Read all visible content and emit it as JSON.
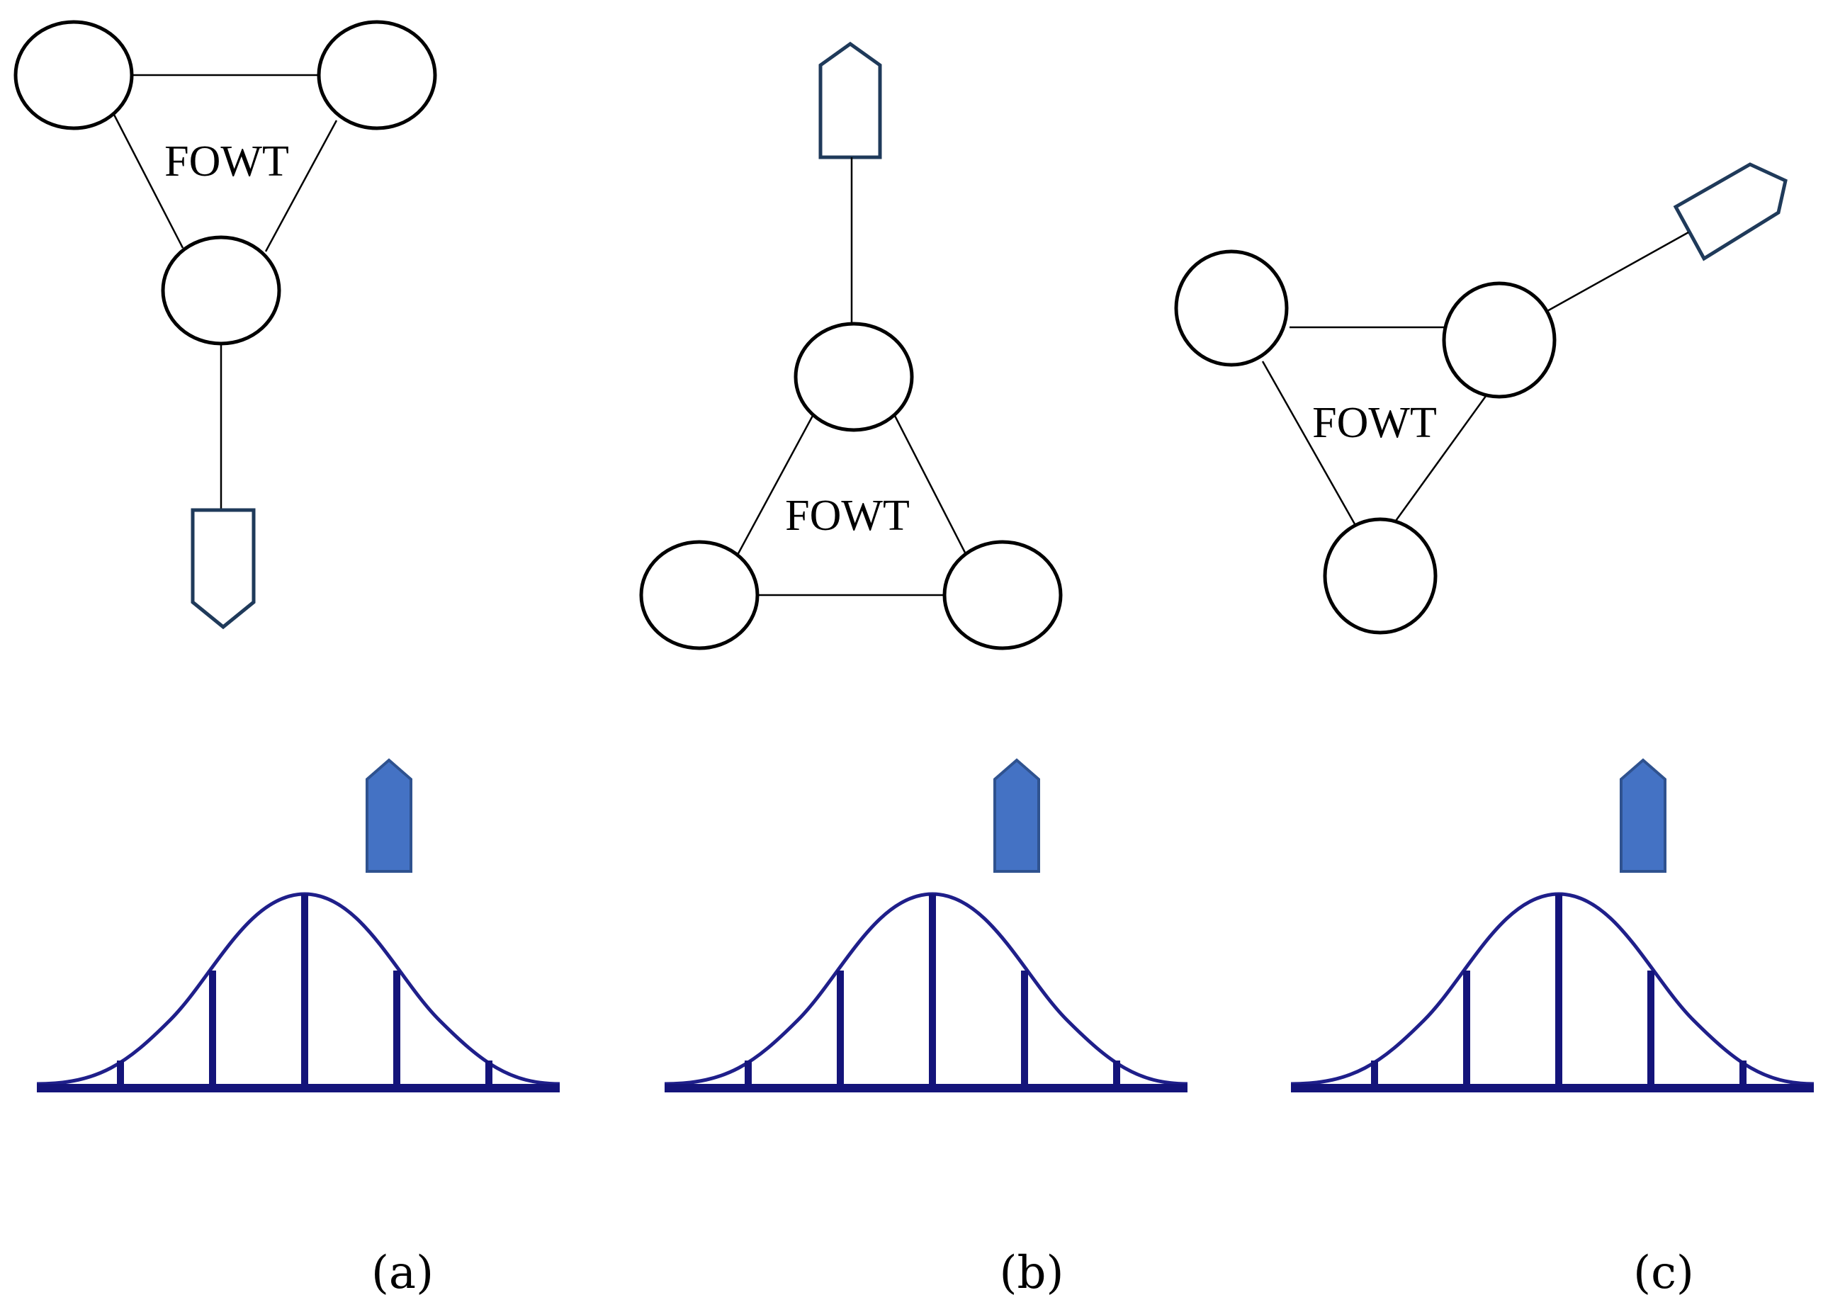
{
  "panels": [
    {
      "id": "a",
      "label": "(a)",
      "platform_label": "FOWT"
    },
    {
      "id": "b",
      "label": "(b)",
      "platform_label": "FOWT"
    },
    {
      "id": "c",
      "label": "(c)",
      "platform_label": "FOWT"
    }
  ],
  "colors": {
    "platform_stroke": "#000000",
    "vessel_outline": "#1f3a5a",
    "vessel_fill": "#4472c4",
    "wave_spectrum": "#14147a"
  },
  "icons": {
    "platform_column": "circle",
    "service_vessel": "pentagon-arrow",
    "wave_spectrum": "bell-curve-with-bars"
  }
}
